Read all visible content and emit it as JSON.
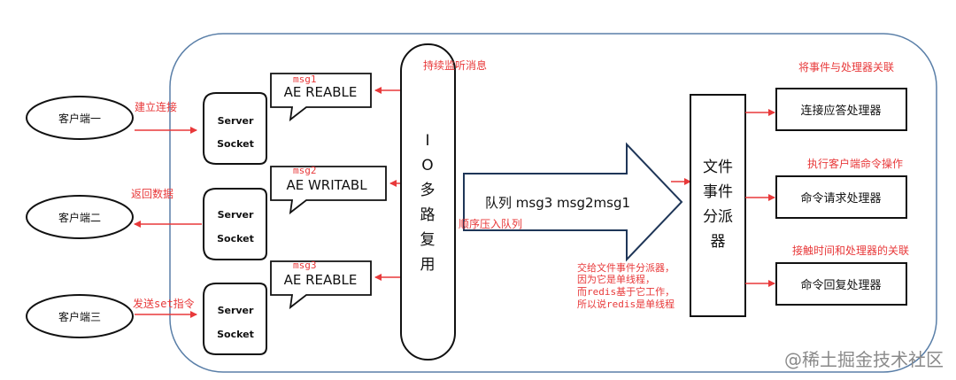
{
  "clients": [
    {
      "label": "客户端一",
      "edge_label": "建立连接",
      "edge_color": "#e8393a"
    },
    {
      "label": "客户端二",
      "edge_label": "返回数据",
      "edge_color": "#e8393a"
    },
    {
      "label": "客户端三",
      "edge_label": "发送set指令",
      "edge_color": "#e8393a"
    }
  ],
  "sockets": [
    {
      "line1": "Server",
      "line2": "Socket"
    },
    {
      "line1": "Server",
      "line2": "Socket"
    },
    {
      "line1": "Server",
      "line2": "Socket"
    }
  ],
  "events": [
    {
      "msg": "msg1",
      "label": "AE  REABLE"
    },
    {
      "msg": "msg2",
      "label": "AE  WRITABL"
    },
    {
      "msg": "msg3",
      "label": "AE  REABLE"
    }
  ],
  "io": {
    "chars": [
      "I",
      "O",
      "多",
      "路",
      "复",
      "用"
    ],
    "top_note": "持续监听消息"
  },
  "queue": {
    "label": "队列 msg3 msg2msg1",
    "note": "顺序压入队列"
  },
  "dispatcher": {
    "chars": [
      "文件",
      "事件",
      "分派",
      "器"
    ],
    "note_lines": [
      "交给文件事件分派器，",
      "因为它是单线程，",
      "而redis基于它工作，",
      "所以说redis是单线程"
    ]
  },
  "handlers": [
    {
      "note": "将事件与处理器关联",
      "label": "连接应答处理器"
    },
    {
      "note": "执行客户端命令操作",
      "label": "命令请求处理器"
    },
    {
      "note": "接触时间和处理器的关联",
      "label": "命令回复处理器"
    }
  ],
  "watermark": "@稀土掘金技术社区",
  "colors": {
    "accent_red": "#e8393a",
    "container_border": "#5a7fa8"
  }
}
